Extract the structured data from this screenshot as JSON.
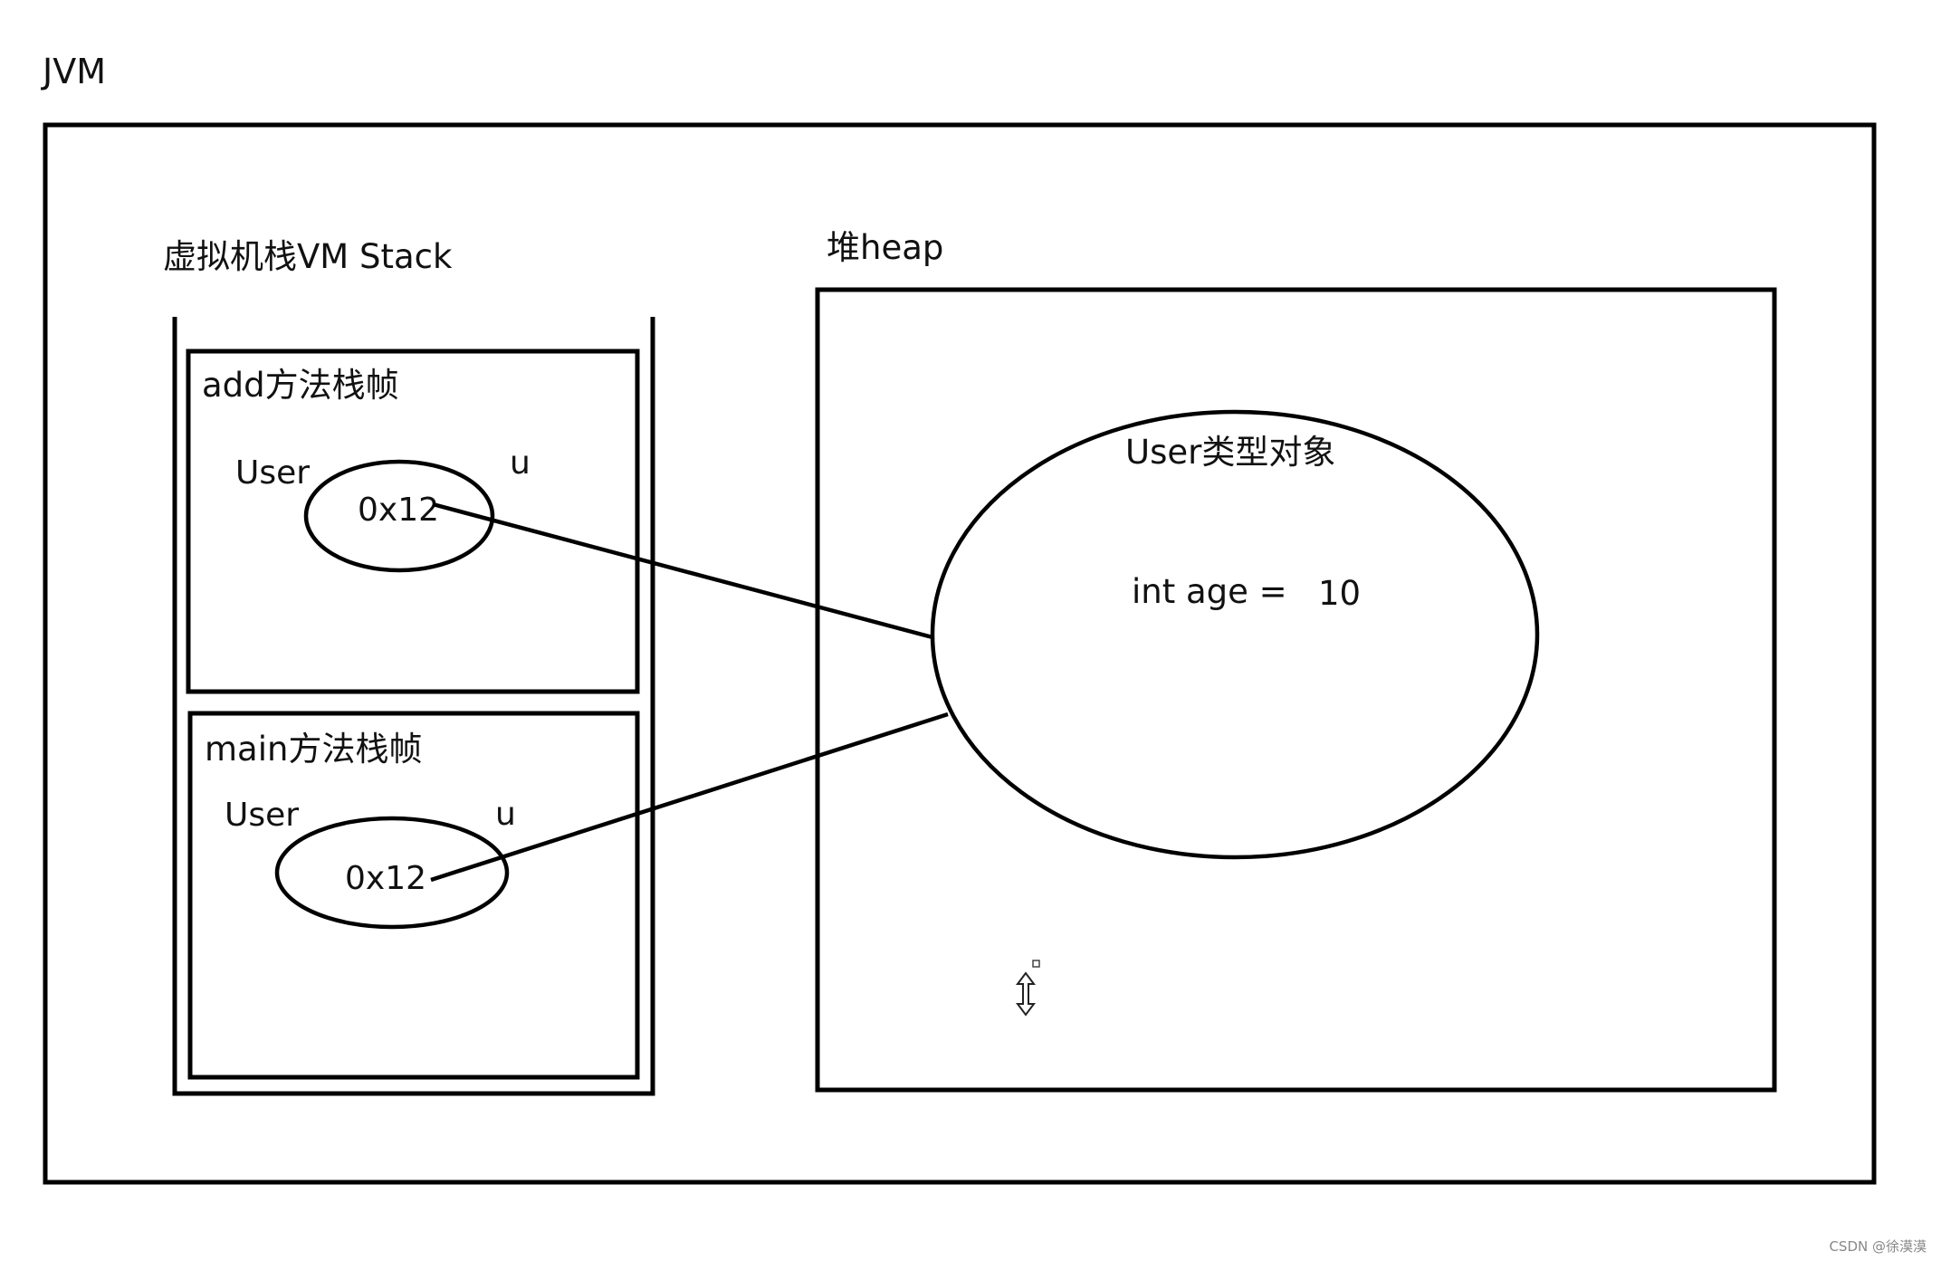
{
  "jvm_label": "JVM",
  "stack": {
    "title": "虚拟机栈VM Stack",
    "frames": [
      {
        "title": "add方法栈帧",
        "type_label": "User",
        "var_label": "u",
        "value": "0x12"
      },
      {
        "title": "main方法栈帧",
        "type_label": "User",
        "var_label": "u",
        "value": "0x12"
      }
    ]
  },
  "heap": {
    "title": "堆heap",
    "object": {
      "title": "User类型对象",
      "field": "int age =",
      "field_value": "10"
    }
  },
  "cursor_icon": "vertical-resize-cursor-icon",
  "watermark": "CSDN @徐漠漠"
}
